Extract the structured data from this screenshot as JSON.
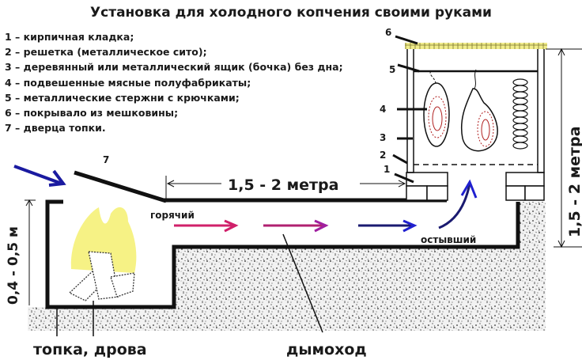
{
  "title": "Установка для холодного копчения своими руками",
  "legend": [
    "1 – кирпичная кладка;",
    "2 – решетка (металлическое сито);",
    "3 – деревянный или металлический ящик (бочка) без дна;",
    "4 – подвешенные мясные полуфабрикаты;",
    "5 – металлические стержни с крючками;",
    "6 – покрывало из мешковины;",
    "7 – дверца топки."
  ],
  "callouts": {
    "n1": "1",
    "n2": "2",
    "n3": "3",
    "n4": "4",
    "n5": "5",
    "n6": "6",
    "n7": "7"
  },
  "dimensions": {
    "flue_length": "1,5 - 2 метра",
    "box_height": "1,5 - 2 метра",
    "firebox_height": "0,4 - 0,5 м"
  },
  "flow_labels": {
    "hot": "горячий",
    "cooled": "остывший"
  },
  "bottom_labels": {
    "firebox": "топка, дрова",
    "chimney": "дымоход"
  },
  "colors": {
    "hot_arrow": "#d0206a",
    "mid_arrow": "#a020a0",
    "cool_arrow": "#1a1aa0",
    "flame": "#f4f070",
    "outline": "#111111",
    "meat": "#b02020"
  }
}
